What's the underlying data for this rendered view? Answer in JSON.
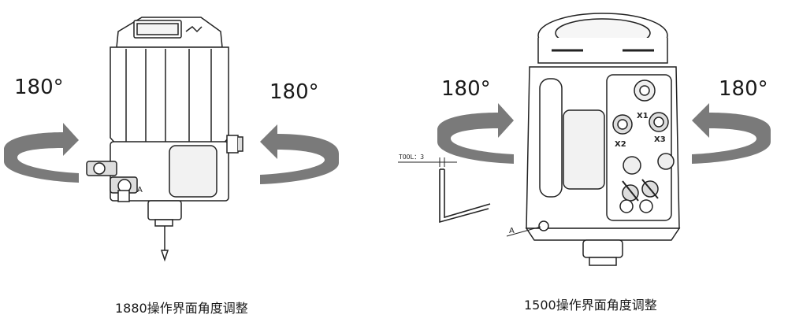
{
  "colors": {
    "arrow": "#7a7a7a",
    "line": "#222222",
    "fill_light": "#ffffff",
    "fill_mid": "#e9e9e9"
  },
  "left_device": {
    "caption": "1880操作界面角度调整",
    "rotation_left": "180°",
    "rotation_right": "180°",
    "port_label": "A"
  },
  "right_device": {
    "caption": "1500操作界面角度调整",
    "rotation_left": "180°",
    "rotation_right": "180°",
    "tool_label": "TOOL：3",
    "port_x1": "X1",
    "port_x2": "X2",
    "port_x3": "X3",
    "marker": "A"
  }
}
